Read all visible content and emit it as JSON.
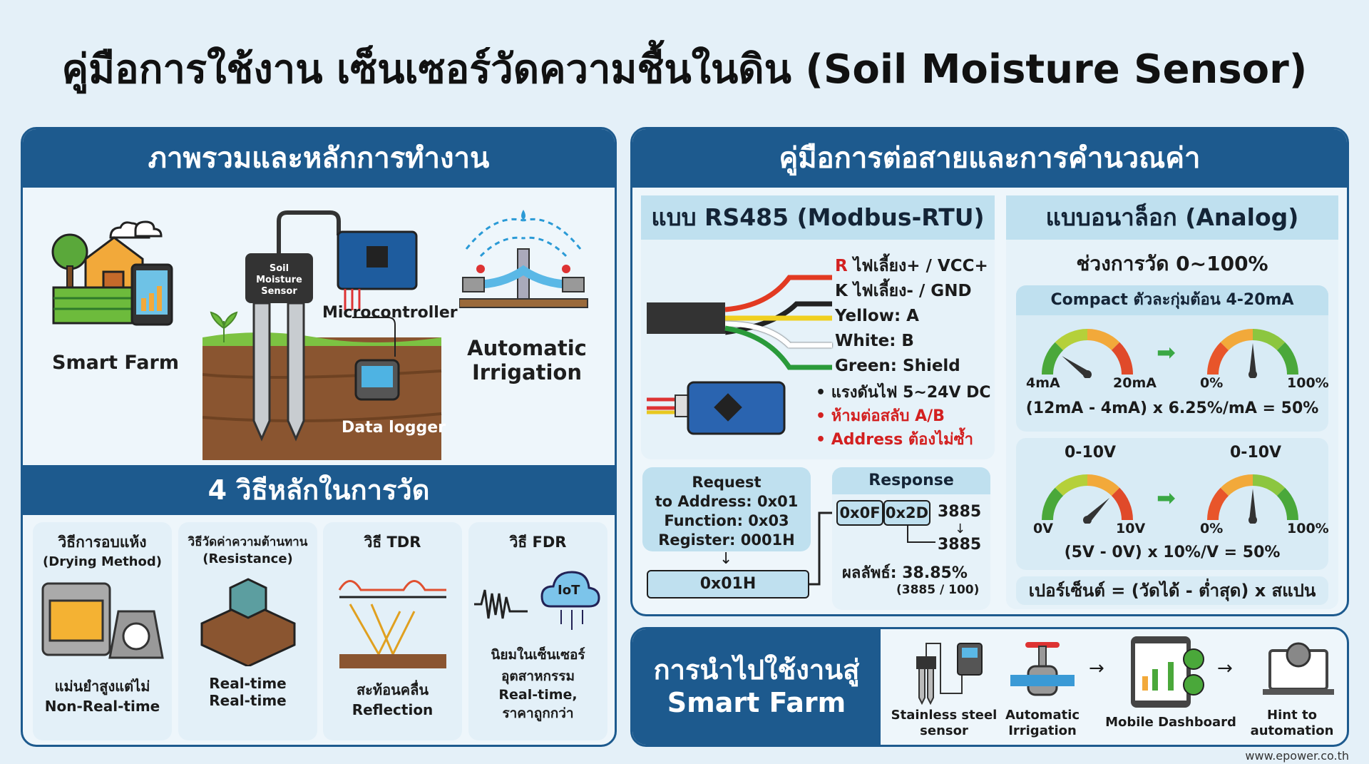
{
  "title": "คู่มือการใช้งาน เซ็นเซอร์วัดความชื้นในดิน (Soil Moisture Sensor)",
  "overview": {
    "header": "ภาพรวมและหลักการทำงาน",
    "smart_farm": "Smart Farm",
    "sensor_label": "Soil Moisture Sensor",
    "microcontroller": "Microcontroller",
    "data_logger": "Data logger",
    "irrigation_line1": "Automatic",
    "irrigation_line2": "Irrigation"
  },
  "methods": {
    "header": "4 วิธีหลักในการวัด",
    "items": [
      {
        "title": "วิธีการอบแห้ง",
        "subtitle": "(Drying Method)",
        "desc1": "แม่นยำสูงแต่ไม่",
        "desc2": "Non-Real-time"
      },
      {
        "title": "วิธีวัดค่าความต้านทาน",
        "subtitle": "(Resistance)",
        "desc1": "Real-time",
        "desc2": "Real-time"
      },
      {
        "title": "วิธี TDR",
        "subtitle": "",
        "desc1": "สะท้อนคลื่น",
        "desc2": "Reflection"
      },
      {
        "title": "วิธี FDR",
        "subtitle": "",
        "desc1": "นิยมในเซ็นเซอร์",
        "desc2": "อุตสาหกรรม",
        "desc3": "Real-time,",
        "desc4": "ราคาถูกกว่า",
        "iot": "IoT"
      }
    ]
  },
  "wiring": {
    "header": "คู่มือการต่อสายและการคำนวณค่า",
    "rs485": {
      "header": "แบบ RS485 (Modbus-RTU)",
      "wires": [
        {
          "prefix": "R",
          "label": " ไฟเลี้ยง+ / VCC+",
          "color": "#e23a22"
        },
        {
          "prefix": "K",
          "label": " ไฟเลี้ยง- / GND",
          "color": "#222222"
        },
        {
          "prefix": "",
          "label": "Yellow: A",
          "color": "#f0d020"
        },
        {
          "prefix": "",
          "label": "White: B",
          "color": "#ffffff"
        },
        {
          "prefix": "",
          "label": "Green: Shield",
          "color": "#2a9a3a"
        }
      ],
      "notes": [
        "• แรงดันไฟ 5~24V DC",
        "• ห้ามต่อสลับ A/B",
        "• Address ต้องไม่ซ้ำ"
      ],
      "request": {
        "title": "Request",
        "lines": [
          "to Address: 0x01",
          "Function: 0x03",
          "Register: 0001H"
        ],
        "frame": "0x01H"
      },
      "response": {
        "title": "Response",
        "byte1": "0x0F",
        "byte2": "0x2D",
        "value": "3885",
        "value2": "3885",
        "result": "ผลลัพธ์: 38.85%",
        "calc": "(3885 / 100)"
      }
    },
    "analog": {
      "header": "แบบอนาล็อก (Analog)",
      "range": "ช่วงการวัด 0~100%",
      "current": {
        "header": "Compact ตัวละกุ่มต้อน 4-20mA",
        "min": "4mA",
        "max": "20mA",
        "pmin": "0%",
        "pmax": "100%",
        "formula": "(12mA - 4mA) x 6.25%/mA = 50%",
        "needle_in": 0.2,
        "needle_out": 0.5
      },
      "voltage": {
        "label_in": "0-10V",
        "label_out": "0-10V",
        "min": "0V",
        "max": "10V",
        "pmin": "0%",
        "pmax": "100%",
        "formula": "(5V - 0V) x 10%/V = 50%",
        "needle_in": 0.75,
        "needle_out": 0.5
      },
      "general": "เปอร์เซ็นต์ = (วัดได้ - ต่ำสุด) x สแปน"
    }
  },
  "smartfarm": {
    "title1": "การนำไปใช้งานสู่",
    "title2": "Smart Farm",
    "steps": [
      {
        "l1": "Stainless steel",
        "l2": "sensor"
      },
      {
        "l1": "Automatic",
        "l2": "Irrigation"
      },
      {
        "l1": "Mobile Dashboard",
        "l2": ""
      },
      {
        "l1": "Hint to",
        "l2": "automation"
      }
    ]
  },
  "footer": "www.epower.co.th",
  "colors": {
    "primary": "#1d5a8e",
    "accent": "#bfe0ef",
    "warn": "#d32020"
  }
}
